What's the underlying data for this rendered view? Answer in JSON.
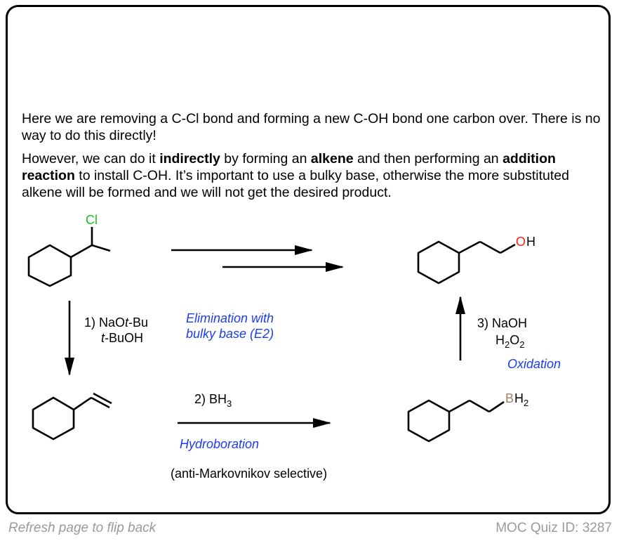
{
  "intro": {
    "p1": "Here we are removing a C-Cl bond and forming a new C-OH bond one carbon over. There is no way to do this directly!",
    "p2_a": "However, we can do it ",
    "p2_b": "indirectly",
    "p2_c": " by forming an ",
    "p2_d": "alkene",
    "p2_e": " and then performing an ",
    "p2_f": "addition reaction",
    "p2_g": " to install C-OH. It’s important to use a bulky base, otherwise the more substituted alkene will be formed and we will not get the desired product."
  },
  "atoms": {
    "cl": "Cl",
    "o": "O",
    "h": "H",
    "b": "B",
    "h2": "H",
    "h2_sub": "2"
  },
  "step1": {
    "line1_a": "1) NaO",
    "line1_b": "t",
    "line1_c": "-Bu",
    "line2_a": "t",
    "line2_b": "-BuOH",
    "label_line1": "Elimination with",
    "label_line2": "bulky base (E2)"
  },
  "step2": {
    "reagent": "2) BH",
    "reagent_sub": "3",
    "label": "Hydroboration",
    "note": "(anti-Markovnikov selective)"
  },
  "step3": {
    "line1": "3) NaOH",
    "line2_a": "H",
    "line2_sub1": "2",
    "line2_b": "O",
    "line2_sub2": "2",
    "label": "Oxidation"
  },
  "footer": {
    "left": "Refresh page to flip back",
    "right": "MOC Quiz ID: 3287"
  },
  "colors": {
    "cl": "#20c020",
    "o": "#ff1a1a",
    "b": "#a08060",
    "label_blue": "#1b3cf0",
    "footer_grey": "#9a9a9a"
  }
}
